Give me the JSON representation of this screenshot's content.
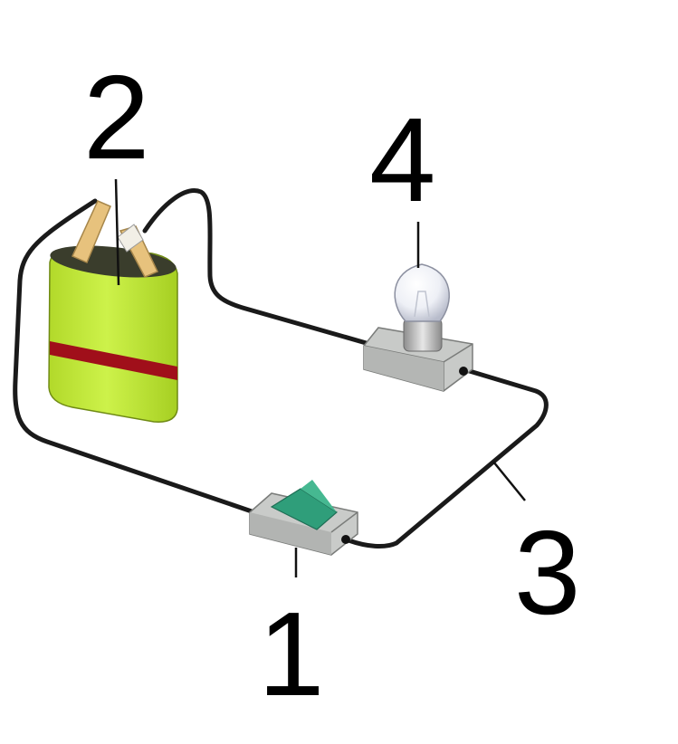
{
  "labels": {
    "switch": "1",
    "battery": "2",
    "wire": "3",
    "lamp": "4"
  },
  "colors": {
    "battery_body": "#c8f03c",
    "battery_stripe": "#a00f1a",
    "battery_top": "#3a3d2c",
    "switch_rocker": "#2f9e7a",
    "holder": "#c9cbc9",
    "wire": "#1a1a1a"
  }
}
